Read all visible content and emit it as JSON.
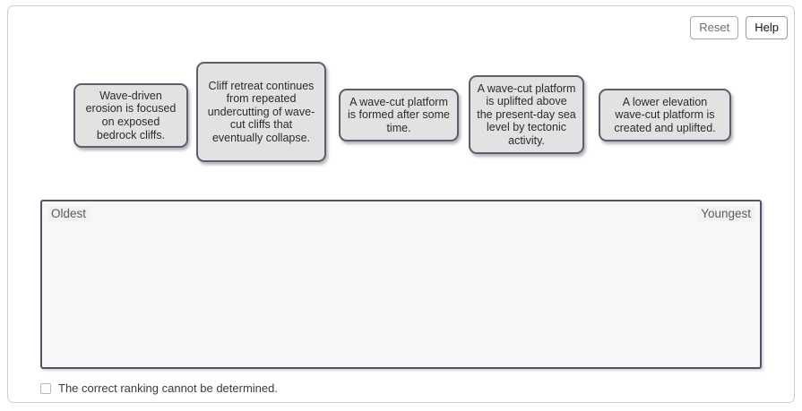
{
  "toolbar": {
    "reset_label": "Reset",
    "help_label": "Help"
  },
  "cards": [
    {
      "id": "card-0",
      "text": "Wave-driven erosion is focused on exposed bedrock cliffs."
    },
    {
      "id": "card-1",
      "text": "Cliff retreat continues from repeated undercutting of wave-cut cliffs that eventually collapse."
    },
    {
      "id": "card-2",
      "text": "A wave-cut platform is formed after some time."
    },
    {
      "id": "card-3",
      "text": "A wave-cut platform is uplifted above the present-day sea level by tectonic activity."
    },
    {
      "id": "card-4",
      "text": "A lower elevation wave-cut platform is created and uplifted."
    }
  ],
  "dropzone": {
    "oldest_label": "Oldest",
    "youngest_label": "Youngest",
    "items": []
  },
  "cannot_determine": {
    "label": "The correct ranking cannot be determined.",
    "checked": false
  },
  "colors": {
    "card_fill": "#e2e2e2",
    "card_border": "#5d5d6e",
    "dropzone_border": "#535366",
    "dropzone_fill": "#f7f7f8",
    "frame_border": "#cfcfcf"
  }
}
